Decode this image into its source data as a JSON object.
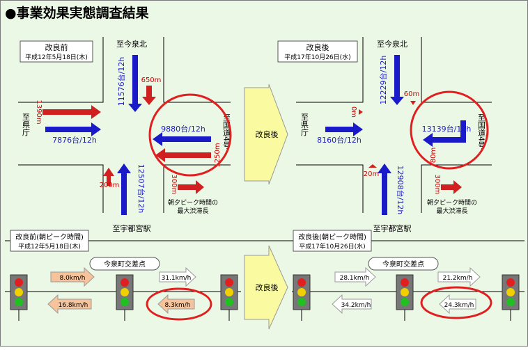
{
  "title": "●事業効果実態調査結果",
  "before": {
    "label": "改良前",
    "date": "平成12年5月18日(木)",
    "to_north": "至今泉北",
    "to_south": "至宇都宮駅",
    "to_west": "至県庁",
    "to_east": "至国道4号",
    "north_volume": "11576台/12h",
    "north_queue": "650m",
    "west_queue": "1390m",
    "west_volume": "7876台/12h",
    "east_volume": "9880台/12h",
    "east_queue": "1250m",
    "south_queue": "200m",
    "south_volume": "12507台/12h",
    "se_queue": "300m",
    "note_line1": "朝夕ピーク時間の",
    "note_line2": "最大渋滞長"
  },
  "after": {
    "label": "改良後",
    "date": "平成17年10月26日(水)",
    "to_north": "至今泉北",
    "to_south": "至宇都宮駅",
    "to_west": "至県庁",
    "to_east": "至国道4号",
    "north_volume": "12229台/12h",
    "north_queue": "60m",
    "west_queue": "0m",
    "west_volume": "8160台/12h",
    "east_volume": "13139台/12h",
    "east_queue": "80m",
    "south_queue": "20m",
    "south_volume": "12908台/12h",
    "se_queue": "300m",
    "note_line1": "朝夕ピーク時間の",
    "note_line2": "最大渋滞長"
  },
  "center_arrow_label": "改良後",
  "lower_center_arrow_label": "改良後",
  "speed_before": {
    "label": "改良前(朝ピーク時間)",
    "date": "平成12年5月18日(木)",
    "intersection": "今泉町交差点",
    "seg1_east": "8.0km/h",
    "seg1_west": "16.8km/h",
    "seg2_east": "31.1km/h",
    "seg2_west": "8.3km/h"
  },
  "speed_after": {
    "label": "改良後(朝ピーク時間)",
    "date": "平成17年10月26日(水)",
    "intersection": "今泉町交差点",
    "seg1_east": "28.1km/h",
    "seg1_west": "34.2km/h",
    "seg2_east": "21.2km/h",
    "seg2_west": "24.3km/h"
  },
  "colors": {
    "background": "#ecf8e6",
    "blue_arrow": "#1a1ac8",
    "red_arrow": "#d02020",
    "big_arrow": "#fafaa0",
    "circle": "#e02020",
    "orange_arrow": "#f7c39a"
  }
}
